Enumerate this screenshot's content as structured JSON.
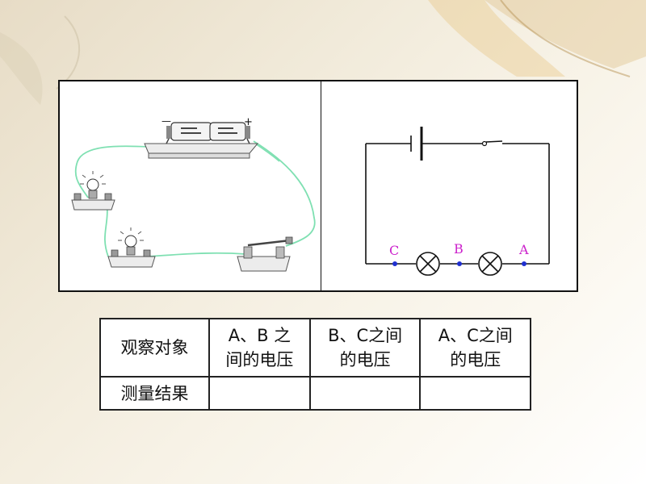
{
  "circuit": {
    "photo": {
      "battery_neg": "—",
      "battery_pos": "+"
    },
    "schematic": {
      "points": [
        {
          "label": "C",
          "color": "#cc22cc"
        },
        {
          "label": "B",
          "color": "#cc22cc"
        },
        {
          "label": "A",
          "color": "#cc22cc"
        }
      ],
      "dot_color": "#1f2fd0"
    }
  },
  "table": {
    "row_header_1": "观察对象",
    "row_header_2": "测量结果",
    "columns": [
      {
        "line1": "A、B 之",
        "line2": "间的电压"
      },
      {
        "line1": "B、C之间",
        "line2": "的电压"
      },
      {
        "line1": "A、C之间",
        "line2": "的电压"
      }
    ],
    "results": [
      "",
      "",
      ""
    ]
  }
}
